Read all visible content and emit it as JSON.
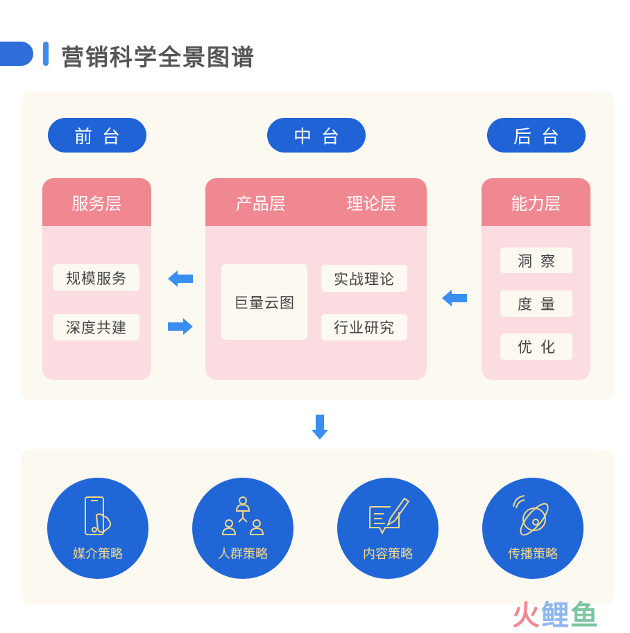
{
  "title": "营销科学全景图谱",
  "tiers": [
    {
      "label": "前台"
    },
    {
      "label": "中台"
    },
    {
      "label": "后台"
    }
  ],
  "front": {
    "header": "服务层",
    "items": [
      "规模服务",
      "深度共建"
    ]
  },
  "middle": {
    "headers": [
      "产品层",
      "理论层"
    ],
    "product": "巨量云图",
    "theory": [
      "实战理论",
      "行业研究"
    ]
  },
  "back": {
    "header": "能力层",
    "items": [
      "洞察",
      "度量",
      "优化"
    ]
  },
  "strategies": [
    {
      "label": "媒介策略",
      "icon": "phone-touch-icon"
    },
    {
      "label": "人群策略",
      "icon": "people-network-icon"
    },
    {
      "label": "内容策略",
      "icon": "document-pen-icon"
    },
    {
      "label": "传播策略",
      "icon": "planet-signal-icon"
    }
  ],
  "watermark": [
    "火",
    "鲤",
    "鱼"
  ],
  "colors": {
    "blue": "#1f63d6",
    "pink": "#f08892",
    "pinkLight": "#fbdce0",
    "cream": "#fcf9f1",
    "gold": "#f3d98a"
  }
}
